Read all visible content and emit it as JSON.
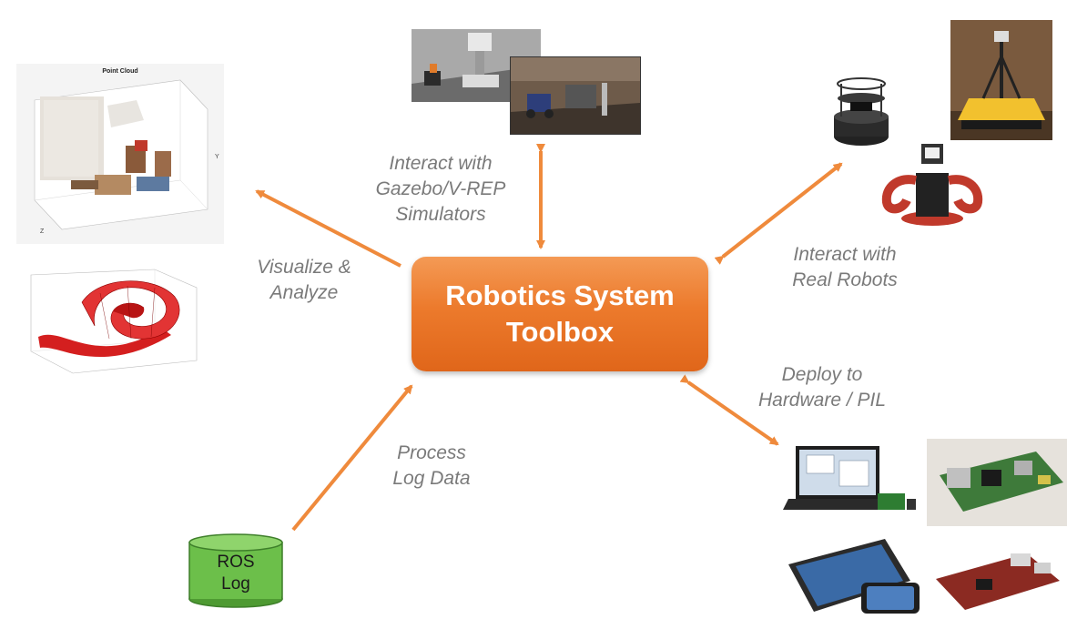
{
  "hub": {
    "line1": "Robotics System",
    "line2": "Toolbox"
  },
  "edges": {
    "simulators": {
      "line1": "Interact with",
      "line2": "Gazebo/V-REP",
      "line3": "Simulators"
    },
    "robots": {
      "line1": "Interact with",
      "line2": "Real Robots"
    },
    "visualize": {
      "line1": "Visualize &",
      "line2": "Analyze"
    },
    "hardware": {
      "line1": "Deploy to",
      "line2": "Hardware / PIL"
    },
    "log": {
      "line1": "Process",
      "line2": "Log Data"
    }
  },
  "point_cloud": {
    "title": "Point Cloud",
    "z_axis": "Z",
    "y_axis": "Y"
  },
  "ros_log": {
    "line1": "ROS",
    "line2": "Log"
  },
  "colors": {
    "accent": "#ec7a2c",
    "arrow": "#ef8a3c",
    "text": "#7a7a7a",
    "ros_green": "#6cbf4a"
  }
}
